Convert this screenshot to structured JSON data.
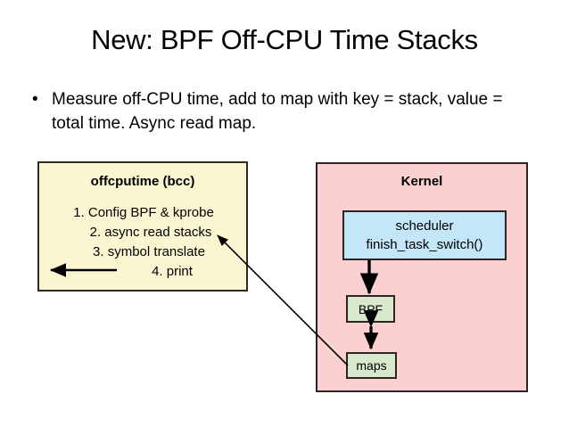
{
  "slide": {
    "title": "New: BPF Off-CPU Time Stacks",
    "bullet_marker": "•",
    "bullet_text": "Measure off-CPU time, add to map with key = stack, value = total time. Async read map.",
    "background_color": "#ffffff"
  },
  "diagram": {
    "offcputime_box": {
      "title": "offcputime (bcc)",
      "fill_color": "#fbf6d2",
      "border_color": "#34291f",
      "steps": [
        "1. Config BPF & kprobe",
        "2. async read stacks",
        "3. symbol translate",
        "4. print"
      ]
    },
    "kernel_box": {
      "title": "Kernel",
      "fill_color": "#fbd0d0",
      "border_color": "#2d2424"
    },
    "scheduler_box": {
      "line1": "scheduler",
      "line2": "finish_task_switch()",
      "fill_color": "#c3e7f8",
      "border_color": "#2d2424"
    },
    "bpf_box": {
      "label": "BPF",
      "fill_color": "#d7e8cd",
      "border_color": "#2d2424"
    },
    "maps_box": {
      "label": "maps",
      "fill_color": "#d7e8cd",
      "border_color": "#2d2424"
    },
    "arrows": {
      "print_arrow": "print-output-arrow",
      "scheduler_to_bpf": "scheduler-to-bpf-arrow",
      "bpf_to_maps": "bpf-maps-bidirectional-arrow",
      "maps_to_offcputime": "maps-to-offcputime-arrow"
    }
  }
}
